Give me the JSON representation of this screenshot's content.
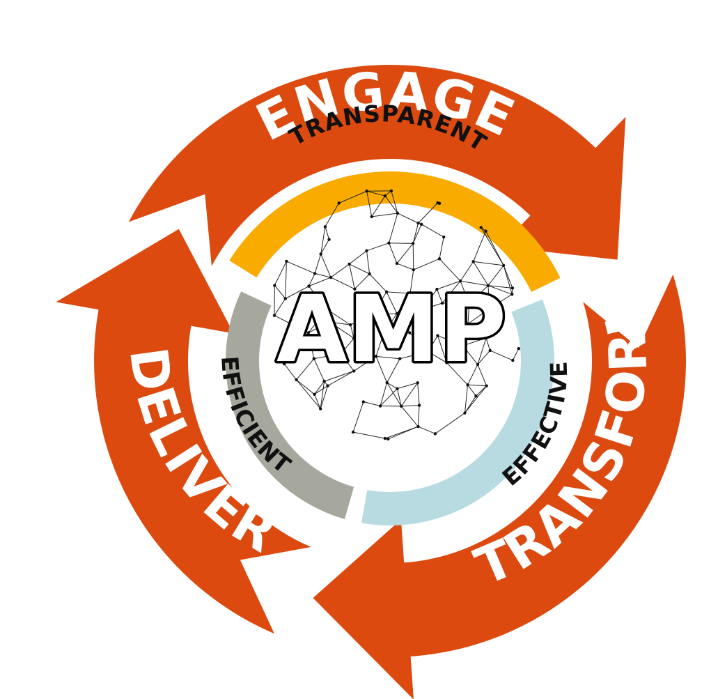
{
  "center": {
    "label": "AMP"
  },
  "outer_cycle": [
    {
      "key": "engage",
      "label": "ENGAGE"
    },
    {
      "key": "transform",
      "label": "TRANSFORM"
    },
    {
      "key": "deliver",
      "label": "DELIVER"
    }
  ],
  "inner_ring": [
    {
      "key": "transparent",
      "label": "TRANSPARENT"
    },
    {
      "key": "effective",
      "label": "EFFECTIVE"
    },
    {
      "key": "efficient",
      "label": "EFFICIENT"
    }
  ],
  "colors": {
    "outer_arrows": "#dc4a10",
    "transparent": "#f9ab00",
    "effective": "#b7dbe0",
    "efficient": "#a6a79d",
    "network": "#222222",
    "outer_text": "#ffffff",
    "inner_text": "#111111"
  },
  "icons": [
    "cycle-arrows",
    "network-sphere-icon"
  ]
}
